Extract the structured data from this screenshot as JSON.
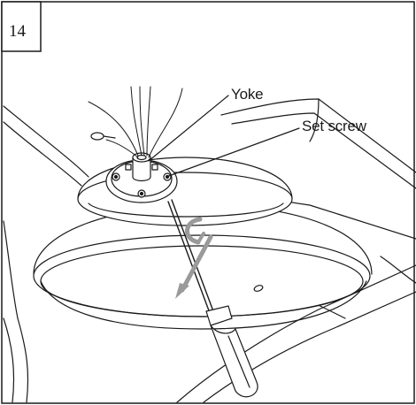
{
  "figure": {
    "step_number": "14",
    "callouts": {
      "yoke": "Yoke",
      "set_screw": "Set screw"
    },
    "colors": {
      "line": "#1a1a1a",
      "arrow": "#9a9a9a",
      "background": "#ffffff"
    }
  }
}
